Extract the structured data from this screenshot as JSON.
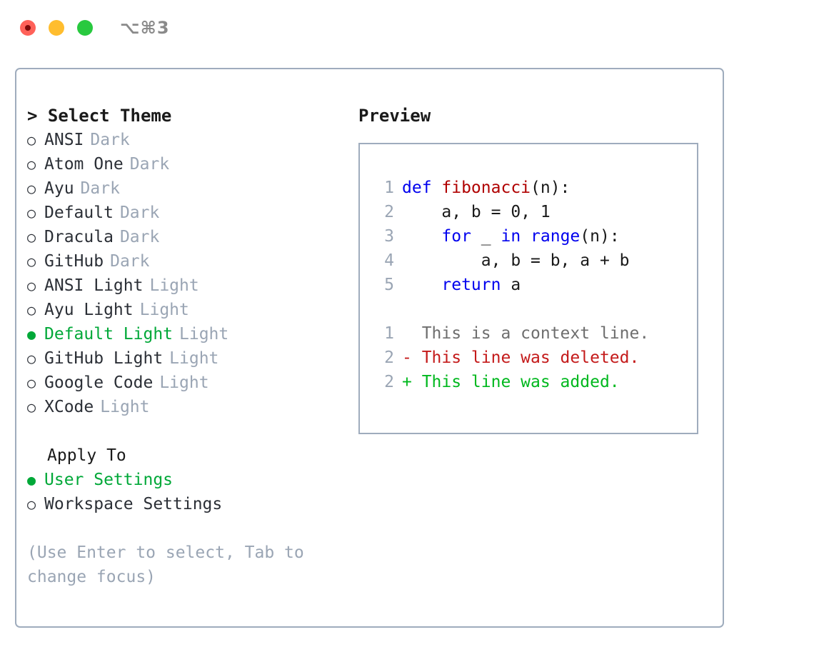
{
  "window": {
    "shortcut_label": "⌥⌘3",
    "traffic_lights": [
      {
        "name": "close",
        "color": "#ff6159"
      },
      {
        "name": "minimize",
        "color": "#ffbd2e"
      },
      {
        "name": "maximize",
        "color": "#28c93f"
      }
    ]
  },
  "colors": {
    "accent_green": "#00a838",
    "border": "#9facbd",
    "muted_text": "#9aa5b4",
    "keyword_blue": "#0000ee",
    "function_red": "#b00000",
    "diff_add": "#00b81e",
    "diff_del": "#c41a1a"
  },
  "left": {
    "select_theme_heading": "> Select Theme",
    "themes": [
      {
        "marker": "○",
        "label": "ANSI",
        "kind": "Dark",
        "selected": false
      },
      {
        "marker": "○",
        "label": "Atom One",
        "kind": "Dark",
        "selected": false
      },
      {
        "marker": "○",
        "label": "Ayu",
        "kind": "Dark",
        "selected": false
      },
      {
        "marker": "○",
        "label": "Default",
        "kind": "Dark",
        "selected": false
      },
      {
        "marker": "○",
        "label": "Dracula",
        "kind": "Dark",
        "selected": false
      },
      {
        "marker": "○",
        "label": "GitHub",
        "kind": "Dark",
        "selected": false
      },
      {
        "marker": "○",
        "label": "ANSI Light",
        "kind": "Light",
        "selected": false
      },
      {
        "marker": "○",
        "label": "Ayu Light",
        "kind": "Light",
        "selected": false
      },
      {
        "marker": "●",
        "label": "Default Light",
        "kind": "Light",
        "selected": true
      },
      {
        "marker": "○",
        "label": "GitHub Light",
        "kind": "Light",
        "selected": false
      },
      {
        "marker": "○",
        "label": "Google Code",
        "kind": "Light",
        "selected": false
      },
      {
        "marker": "○",
        "label": "XCode",
        "kind": "Light",
        "selected": false
      }
    ],
    "apply_to_heading": "Apply To",
    "apply_to_options": [
      {
        "marker": "●",
        "label": "User Settings",
        "selected": true
      },
      {
        "marker": "○",
        "label": "Workspace Settings",
        "selected": false
      }
    ],
    "hint": "(Use Enter to select, Tab to change focus)"
  },
  "right": {
    "preview_heading": "Preview",
    "code_lines": [
      {
        "lineno": "1",
        "tokens": [
          {
            "text": "def ",
            "style": "kw"
          },
          {
            "text": "fibonacci",
            "style": "fn"
          },
          {
            "text": "(n):",
            "style": "plain"
          }
        ]
      },
      {
        "lineno": "2",
        "tokens": [
          {
            "text": "    a, b = 0, 1",
            "style": "plain"
          }
        ]
      },
      {
        "lineno": "3",
        "tokens": [
          {
            "text": "    ",
            "style": "plain"
          },
          {
            "text": "for",
            "style": "kw"
          },
          {
            "text": " _ ",
            "style": "plain"
          },
          {
            "text": "in",
            "style": "kw"
          },
          {
            "text": " ",
            "style": "plain"
          },
          {
            "text": "range",
            "style": "kw"
          },
          {
            "text": "(n):",
            "style": "plain"
          }
        ]
      },
      {
        "lineno": "4",
        "tokens": [
          {
            "text": "        a, b = b, a + b",
            "style": "plain"
          }
        ]
      },
      {
        "lineno": "5",
        "tokens": [
          {
            "text": "    ",
            "style": "plain"
          },
          {
            "text": "return",
            "style": "kw"
          },
          {
            "text": " a",
            "style": "plain"
          }
        ]
      }
    ],
    "diff_lines": [
      {
        "lineno": "1",
        "text": "  This is a context line.",
        "kind": "context"
      },
      {
        "lineno": "2",
        "text": "- This line was deleted.",
        "kind": "deleted"
      },
      {
        "lineno": "2",
        "text": "+ This line was added.",
        "kind": "added"
      }
    ]
  }
}
